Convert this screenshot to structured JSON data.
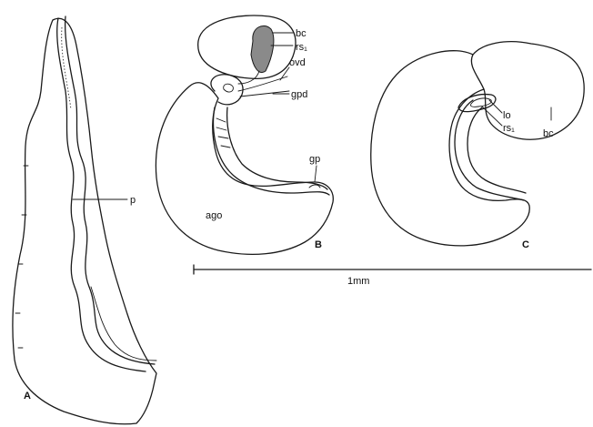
{
  "panels": {
    "a": "A",
    "b": "B",
    "c": "C"
  },
  "labels": {
    "p": "p",
    "bc_b": "bc",
    "rs_b": "rs₁",
    "ovd": "ovd",
    "gpd": "gpd",
    "gp": "gp",
    "ago": "ago",
    "lo": "lo",
    "rs_c": "rs₁",
    "bc_c": "bc"
  },
  "scale_bar": {
    "label": "1mm"
  }
}
